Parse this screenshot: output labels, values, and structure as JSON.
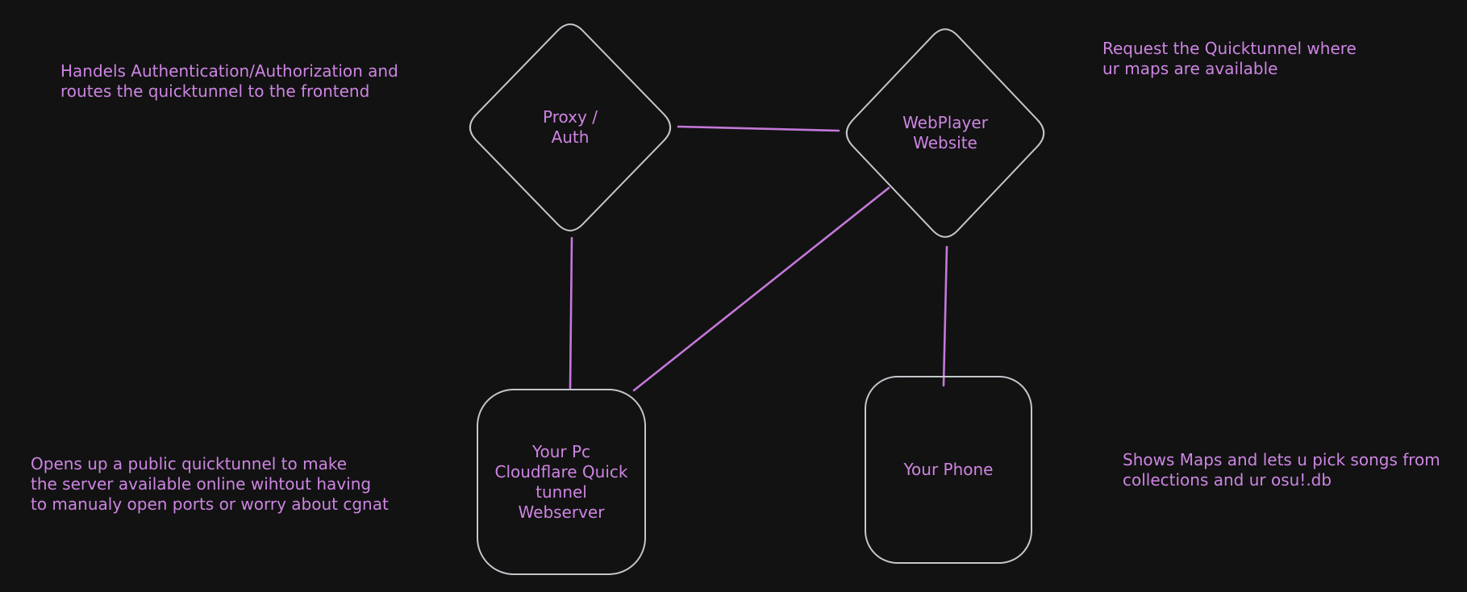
{
  "colors": {
    "background": "#121212",
    "shape_stroke": "#c3c7cb",
    "text_purple": "#cd85e3",
    "connector_purple": "#c478da"
  },
  "nodes": {
    "proxy_auth": {
      "shape": "diamond",
      "lines": [
        "Proxy /",
        "Auth"
      ]
    },
    "webplayer": {
      "shape": "diamond",
      "lines": [
        "WebPlayer",
        "Website"
      ]
    },
    "your_pc": {
      "shape": "rounded-rectangle",
      "lines": [
        "Your Pc",
        "Cloudflare Quick",
        "tunnel",
        "Webserver"
      ]
    },
    "your_phone": {
      "shape": "rounded-rectangle",
      "lines": [
        "Your Phone"
      ]
    }
  },
  "connectors": [
    {
      "from": "proxy_auth",
      "to": "webplayer"
    },
    {
      "from": "proxy_auth",
      "to": "your_pc"
    },
    {
      "from": "webplayer",
      "to": "your_pc"
    },
    {
      "from": "webplayer",
      "to": "your_phone"
    }
  ],
  "annotations": {
    "top_left": {
      "lines": [
        "Handels Authentication/Authorization and",
        "routes the quicktunnel to the frontend"
      ]
    },
    "top_right": {
      "lines": [
        "Request the Quicktunnel where",
        "ur maps are available"
      ]
    },
    "bottom_left": {
      "lines": [
        "Opens up a public quicktunnel to make",
        "the server available online wihtout having",
        "to manualy open ports or worry about cgnat"
      ]
    },
    "bottom_right": {
      "lines": [
        "Shows Maps and lets u pick songs from",
        "collections and ur osu!.db"
      ]
    }
  }
}
